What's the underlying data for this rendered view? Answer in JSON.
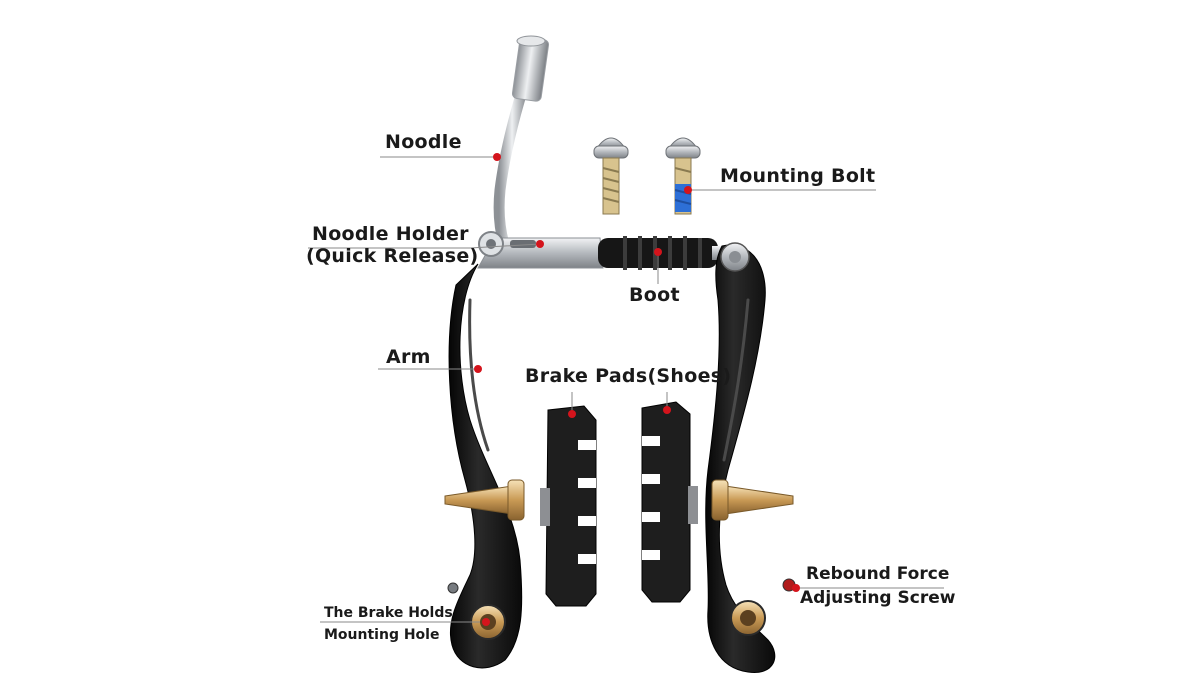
{
  "diagram": {
    "colors": {
      "arm": "#141414",
      "pad": "#1e1e1e",
      "metal": "#c9ccd0",
      "brass": "#c8a060",
      "marker": "#d4141c",
      "leader": "#8a8a8a",
      "thread_lock": "#2d6fd6"
    },
    "labels": {
      "noodle": "Noodle",
      "mounting_bolt": "Mounting Bolt",
      "noodle_holder": [
        "Noodle Holder",
        "(Quick Release)"
      ],
      "boot": "Boot",
      "arm": "Arm",
      "brake_pads": "Brake Pads(Shoes)",
      "rebound": [
        "Rebound Force",
        "Adjusting Screw"
      ],
      "mounting_hole": [
        "The Brake Holds",
        "Mounting Hole"
      ]
    }
  }
}
